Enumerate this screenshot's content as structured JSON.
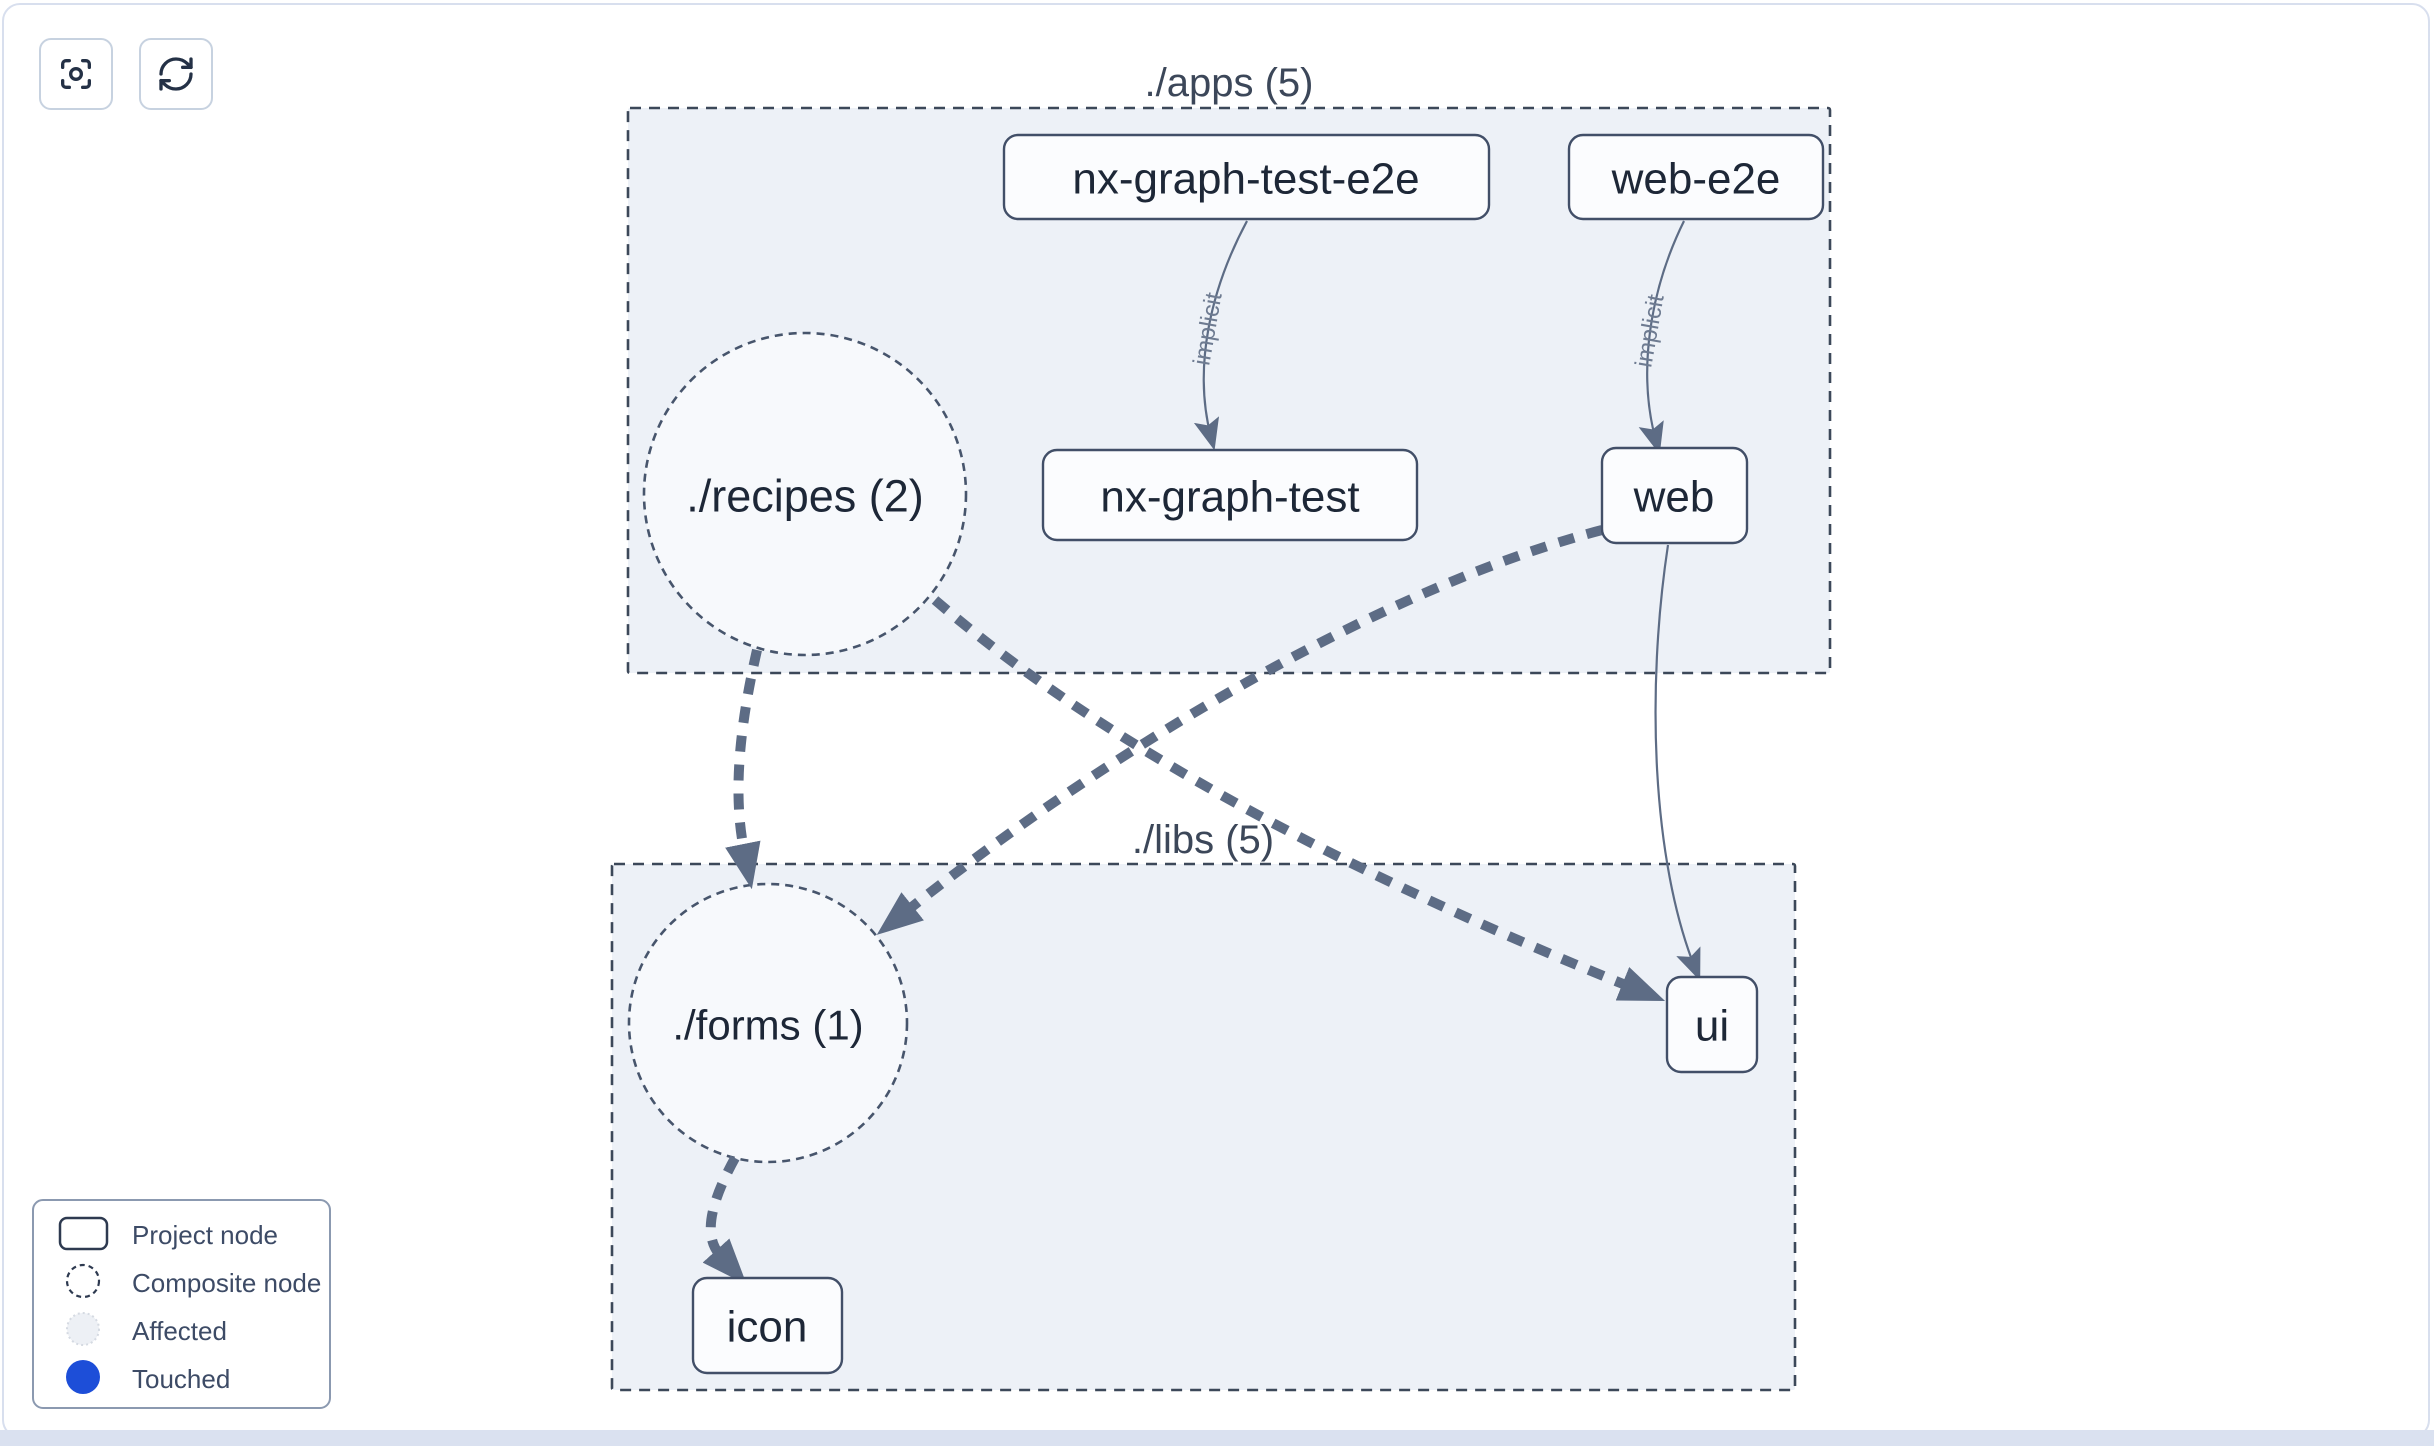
{
  "toolbar": {
    "buttons": [
      {
        "icon": "zoom-to-fit-icon"
      },
      {
        "icon": "refresh-icon"
      }
    ]
  },
  "graph": {
    "groups": [
      {
        "id": "apps",
        "label": "./apps (5)"
      },
      {
        "id": "libs",
        "label": "./libs (5)"
      }
    ],
    "nodes": [
      {
        "id": "nx-graph-test-e2e",
        "label": "nx-graph-test-e2e",
        "type": "project",
        "group": "apps"
      },
      {
        "id": "web-e2e",
        "label": "web-e2e",
        "type": "project",
        "group": "apps"
      },
      {
        "id": "nx-graph-test",
        "label": "nx-graph-test",
        "type": "project",
        "group": "apps"
      },
      {
        "id": "web",
        "label": "web",
        "type": "project",
        "group": "apps"
      },
      {
        "id": "recipes",
        "label": "./recipes (2)",
        "type": "composite",
        "group": "apps"
      },
      {
        "id": "forms",
        "label": "./forms (1)",
        "type": "composite",
        "group": "libs"
      },
      {
        "id": "ui",
        "label": "ui",
        "type": "project",
        "group": "libs"
      },
      {
        "id": "icon",
        "label": "icon",
        "type": "project",
        "group": "libs"
      }
    ],
    "edges": [
      {
        "from": "nx-graph-test-e2e",
        "to": "nx-graph-test",
        "label": "implicit",
        "style": "implicit"
      },
      {
        "from": "web-e2e",
        "to": "web",
        "label": "implicit",
        "style": "implicit"
      },
      {
        "from": "web",
        "to": "ui",
        "label": "",
        "style": "direct"
      },
      {
        "from": "./recipes (2)",
        "to": "./forms (1)",
        "label": "",
        "style": "composite"
      },
      {
        "from": "./recipes (2)",
        "to": "ui",
        "label": "",
        "style": "composite"
      },
      {
        "from": "web",
        "to": "./forms (1)",
        "label": "",
        "style": "composite"
      },
      {
        "from": "./forms (1)",
        "to": "icon",
        "label": "",
        "style": "composite"
      }
    ]
  },
  "legend": {
    "items": [
      {
        "swatch": "project-node",
        "label": "Project node"
      },
      {
        "swatch": "composite-node",
        "label": "Composite node"
      },
      {
        "swatch": "affected",
        "label": "Affected"
      },
      {
        "swatch": "touched",
        "label": "Touched"
      }
    ]
  },
  "colors": {
    "touched_blue": "#1d4ed8",
    "group_fill": "#edf1f7",
    "edge": "#5d6c85",
    "node_border": "#424f68"
  }
}
